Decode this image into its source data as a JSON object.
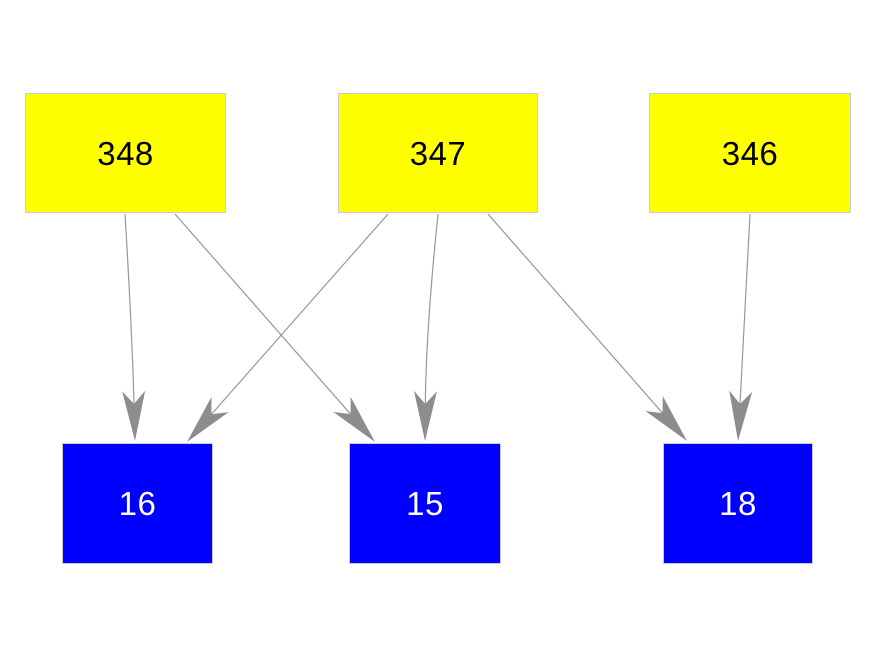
{
  "diagram": {
    "type": "directed-graph",
    "orientation": "top-down",
    "background_color": "#ffffff",
    "edge_color": "#979797",
    "arrowhead_color": "#8d8d8d",
    "node_border_color": "#cccccc",
    "nodes": [
      {
        "id": "348",
        "label": "348",
        "fill": "#ffff00",
        "text_color": "#000000",
        "row": "top"
      },
      {
        "id": "347",
        "label": "347",
        "fill": "#ffff00",
        "text_color": "#000000",
        "row": "top"
      },
      {
        "id": "346",
        "label": "346",
        "fill": "#ffff00",
        "text_color": "#000000",
        "row": "top"
      },
      {
        "id": "16",
        "label": "16",
        "fill": "#0000ff",
        "text_color": "#ffffff",
        "row": "bottom"
      },
      {
        "id": "15",
        "label": "15",
        "fill": "#0000ff",
        "text_color": "#ffffff",
        "row": "bottom"
      },
      {
        "id": "18",
        "label": "18",
        "fill": "#0000ff",
        "text_color": "#ffffff",
        "row": "bottom"
      }
    ],
    "edges": [
      {
        "from": "348",
        "to": "16"
      },
      {
        "from": "348",
        "to": "15"
      },
      {
        "from": "347",
        "to": "16"
      },
      {
        "from": "347",
        "to": "15"
      },
      {
        "from": "347",
        "to": "18"
      },
      {
        "from": "346",
        "to": "18"
      }
    ]
  }
}
